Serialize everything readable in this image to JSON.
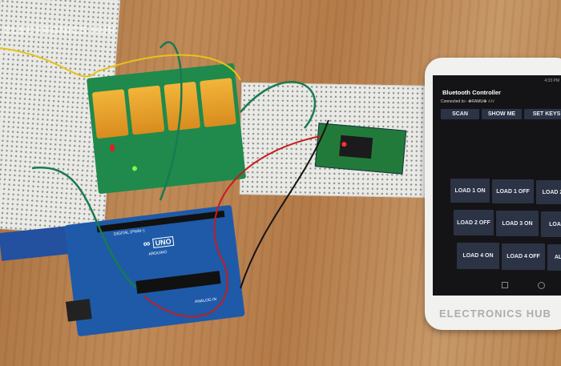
{
  "watermark": "ELECTRONICS HUB",
  "phone": {
    "status_time": "4:33 PM",
    "app_title": "Bluetooth Controller",
    "connected": "Connected to:- ✤RAMU✤ √√√",
    "top_buttons": [
      "SCAN",
      "SHOW ME",
      "SET KEYS"
    ],
    "load_buttons": [
      [
        "LOAD 1 ON",
        "LOAD 1 OFF",
        "LOAD 2"
      ],
      [
        "LOAD 2 OFF",
        "LOAD 3 ON",
        "LOA"
      ],
      [
        "LOAD 4 ON",
        "LOAD 4 OFF",
        "AL"
      ]
    ]
  },
  "arduino": {
    "logo": "UNO",
    "brand": "ARDUINO",
    "digital": "DIGITAL (PWM~)",
    "analog": "ANALOG IN"
  },
  "colors": {
    "wood": "#b47b49",
    "pcb_green": "#1f8a4c",
    "arduino_blue": "#1e5aa8",
    "relay": "#e9a02c",
    "screen": "#141416",
    "button": "#2c3345"
  }
}
